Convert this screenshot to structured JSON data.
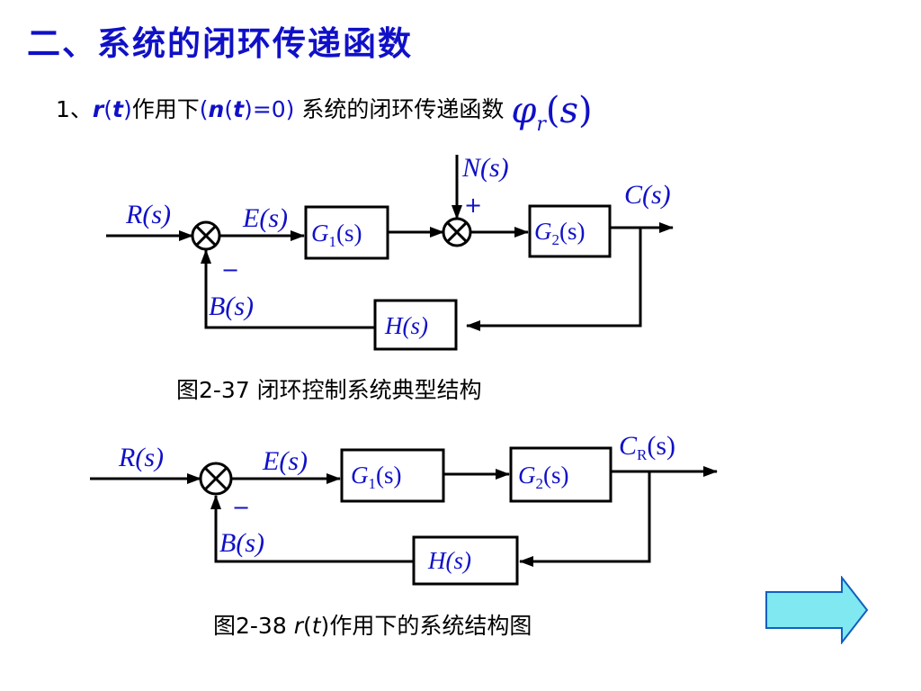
{
  "title": "二、系统的闭环传递函数",
  "subtitle": {
    "prefix": "1、",
    "r": "r",
    "t1": "t",
    "mid": "作用下",
    "n": "n",
    "t2": "t",
    "eq": "=0",
    "suffix": "系统的闭环传递函数",
    "phi": "φ",
    "phi_sub": "r",
    "phi_arg": "s"
  },
  "diagram1": {
    "input": "R(s)",
    "error": "E(s)",
    "block1": "G",
    "block1_sub": "1",
    "block1_arg": "(s)",
    "disturbance": "N(s)",
    "plus": "+",
    "block2": "G",
    "block2_sub": "2",
    "block2_arg": "(s)",
    "output": "C(s)",
    "minus": "−",
    "feedback_signal": "B(s)",
    "feedback_block": "H(s)",
    "caption": "图2-37 闭环控制系统典型结构"
  },
  "diagram2": {
    "input": "R(s)",
    "error": "E(s)",
    "block1": "G",
    "block1_sub": "1",
    "block1_arg": "(s)",
    "block2": "G",
    "block2_sub": "2",
    "block2_arg": "(s)",
    "output": "C",
    "output_sub": "R",
    "output_arg": "(s)",
    "minus": "−",
    "feedback_signal": "B(s)",
    "feedback_block": "H(s)",
    "caption_prefix": "图2-38 ",
    "caption_r": "r",
    "caption_t": "t",
    "caption_suffix": "作用下的系统结构图"
  },
  "colors": {
    "title": "#1010c8",
    "symbols": "#1010c8",
    "lines": "#000000",
    "next_arrow": "#7fe8f0"
  },
  "icons": {
    "next": "right-arrow-icon",
    "summing": "summing-junction-icon"
  }
}
